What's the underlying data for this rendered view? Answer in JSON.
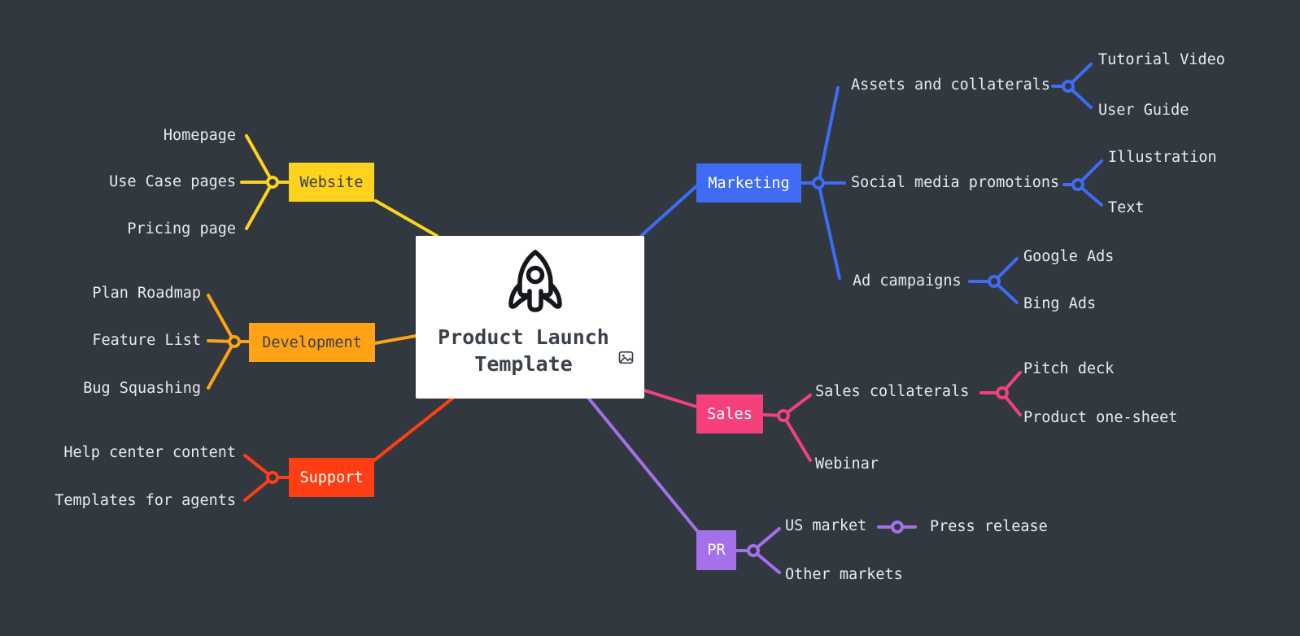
{
  "canvas": {
    "background": "#313840",
    "label_color": "#E9EBEE"
  },
  "root": {
    "title": "Product Launch Template",
    "icon": "rocket-icon",
    "badge_icon": "image-icon",
    "card_color": "#FFFFFF",
    "title_color": "#3A414B"
  },
  "branches": [
    {
      "label": "Website",
      "color": "#FFD21E",
      "text_color": "#3A414B",
      "side": "left",
      "children": [
        {
          "label": "Homepage"
        },
        {
          "label": "Use Case pages"
        },
        {
          "label": "Pricing page"
        }
      ]
    },
    {
      "label": "Development",
      "color": "#FFA216",
      "text_color": "#3A414B",
      "side": "left",
      "children": [
        {
          "label": "Plan Roadmap"
        },
        {
          "label": "Feature List"
        },
        {
          "label": "Bug Squashing"
        }
      ]
    },
    {
      "label": "Support",
      "color": "#FF3E13",
      "text_color": "#FFFFFF",
      "side": "left",
      "children": [
        {
          "label": "Help center content"
        },
        {
          "label": "Templates for agents"
        }
      ]
    },
    {
      "label": "Marketing",
      "color": "#3E6CF4",
      "text_color": "#FFFFFF",
      "side": "right",
      "children": [
        {
          "label": "Assets and collaterals",
          "children": [
            {
              "label": "Tutorial Video"
            },
            {
              "label": "User Guide"
            }
          ]
        },
        {
          "label": "Social media promotions",
          "children": [
            {
              "label": "Illustration"
            },
            {
              "label": "Text"
            }
          ]
        },
        {
          "label": "Ad campaigns",
          "children": [
            {
              "label": "Google Ads"
            },
            {
              "label": "Bing Ads"
            }
          ]
        }
      ]
    },
    {
      "label": "Sales",
      "color": "#F4417C",
      "text_color": "#FFFFFF",
      "side": "right",
      "children": [
        {
          "label": "Sales collaterals",
          "children": [
            {
              "label": "Pitch deck"
            },
            {
              "label": "Product one-sheet"
            }
          ]
        },
        {
          "label": "Webinar"
        }
      ]
    },
    {
      "label": "PR",
      "color": "#A571EA",
      "text_color": "#FFFFFF",
      "side": "right",
      "children": [
        {
          "label": "US market",
          "children": [
            {
              "label": "Press release"
            }
          ]
        },
        {
          "label": "Other markets"
        }
      ]
    }
  ]
}
